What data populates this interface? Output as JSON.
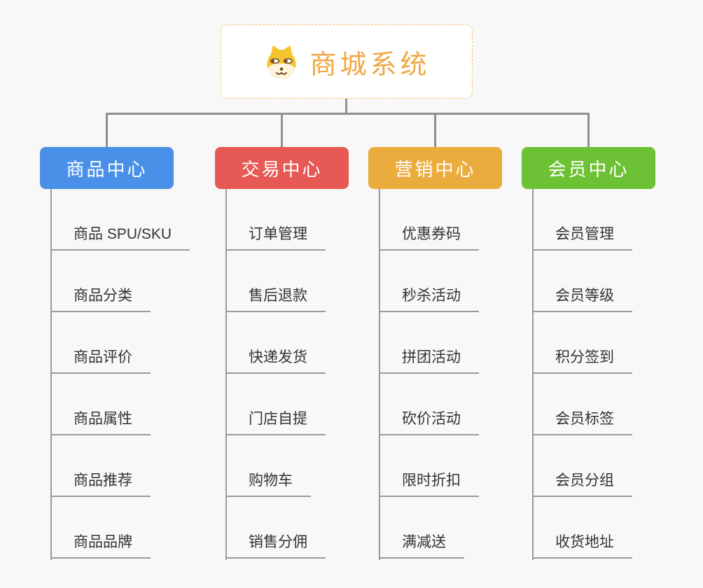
{
  "root": {
    "title": "商城系统",
    "icon": "dog-face-icon",
    "text_color": "#f0a843",
    "border_color": "#f2c36b"
  },
  "connector_color": "#8f8f8f",
  "branches": [
    {
      "label": "商品中心",
      "color": "#4a90e9",
      "items": [
        "商品 SPU/SKU",
        "商品分类",
        "商品评价",
        "商品属性",
        "商品推荐",
        "商品品牌"
      ]
    },
    {
      "label": "交易中心",
      "color": "#e65955",
      "items": [
        "订单管理",
        "售后退款",
        "快递发货",
        "门店自提",
        "购物车",
        "销售分佣"
      ]
    },
    {
      "label": "营销中心",
      "color": "#ebac3e",
      "items": [
        "优惠券码",
        "秒杀活动",
        "拼团活动",
        "砍价活动",
        "限时折扣",
        "满减送"
      ]
    },
    {
      "label": "会员中心",
      "color": "#6dc135",
      "items": [
        "会员管理",
        "会员等级",
        "积分签到",
        "会员标签",
        "会员分组",
        "收货地址"
      ]
    }
  ]
}
